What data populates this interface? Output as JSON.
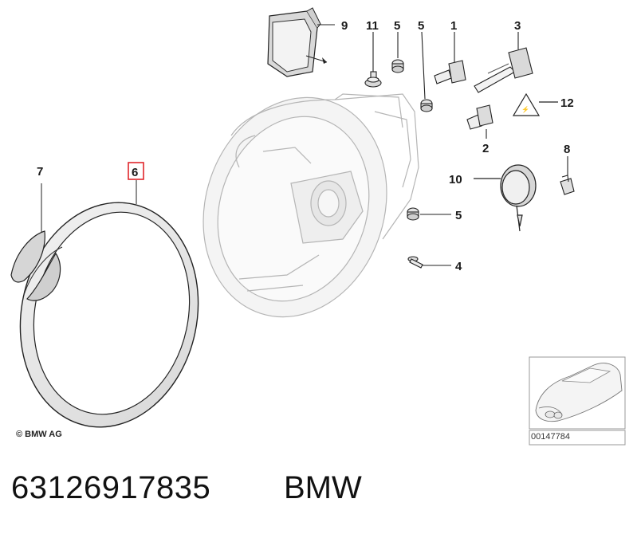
{
  "diagram": {
    "callouts": {
      "c1": "1",
      "c2": "2",
      "c3": "3",
      "c4": "4",
      "c5a": "5",
      "c5b": "5",
      "c5c": "5",
      "c6": "6",
      "c7": "7",
      "c8": "8",
      "c9": "9",
      "c10": "10",
      "c11": "11",
      "c12": "12"
    },
    "highlighted_callout": "6",
    "highlight_color": "#e0262b",
    "copyright": "© BMW AG",
    "thumbnail_code": "00147784"
  },
  "footer": {
    "part_number": "63126917835",
    "brand": "BMW"
  }
}
